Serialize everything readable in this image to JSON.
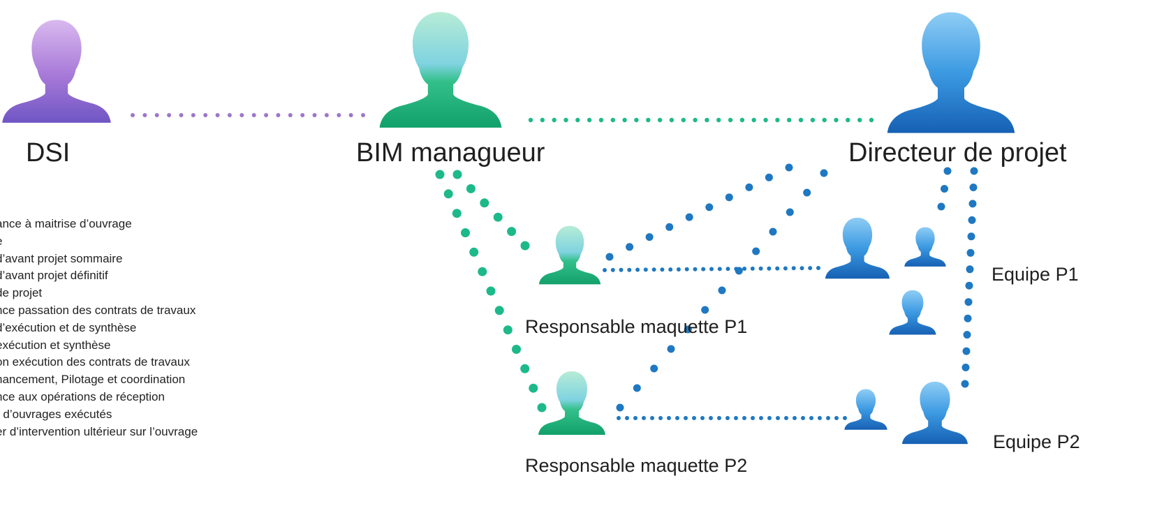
{
  "colors": {
    "purple": "#9c77c9",
    "green": "#1db98a",
    "blue": "#1f78c1"
  },
  "roles": {
    "dsi": "DSI",
    "bim_manager": "BIM managueur",
    "project_director": "Directeur de projet",
    "model_lead_p1": "Responsable maquette P1",
    "model_lead_p2": "Responsable maquette P2",
    "team_p1": "Equipe P1",
    "team_p2": "Equipe P2"
  },
  "missions": [
    "ance à maitrise d’ouvrage",
    "e",
    "d’avant projet sommaire",
    "d’avant projet définitif",
    "de projet",
    "nce passation des contrats de travaux",
    "d’exécution et de synthèse",
    "exécution et synthèse",
    "on exécution des contrats de travaux",
    "nancement, Pilotage et coordination",
    "nce aux opérations de réception",
    "r d’ouvrages exécutés",
    "er d’intervention ultérieur sur l’ouvrage"
  ]
}
